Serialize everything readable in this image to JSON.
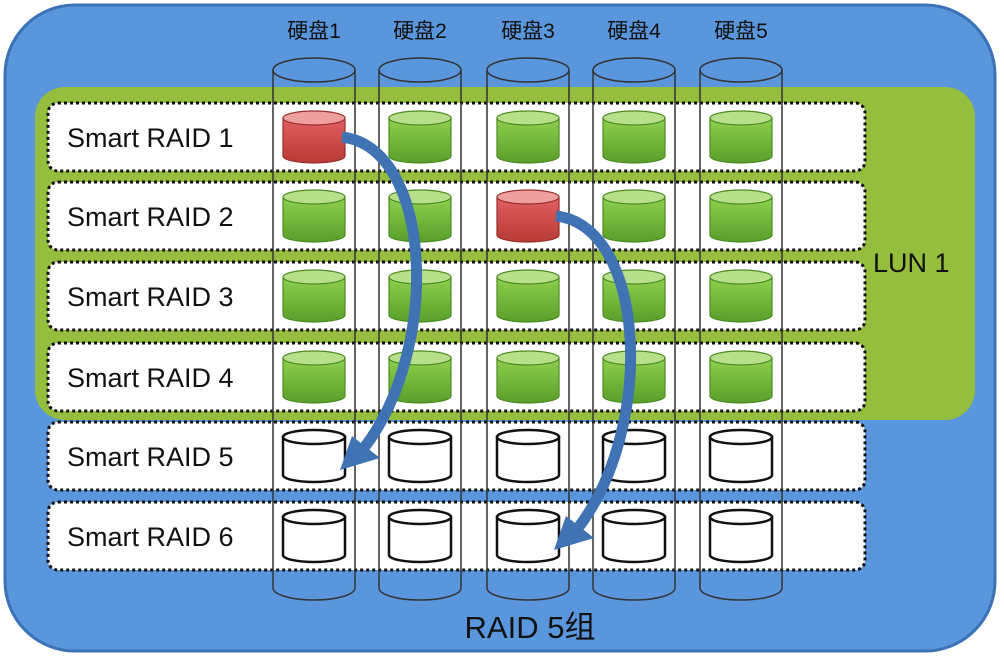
{
  "disks": [
    "硬盘1",
    "硬盘2",
    "硬盘3",
    "硬盘4",
    "硬盘5"
  ],
  "rows": [
    {
      "label": "Smart RAID 1",
      "cells": [
        "failed",
        "used",
        "used",
        "used",
        "used"
      ]
    },
    {
      "label": "Smart RAID 2",
      "cells": [
        "used",
        "used",
        "failed",
        "used",
        "used"
      ]
    },
    {
      "label": "Smart RAID 3",
      "cells": [
        "used",
        "used",
        "used",
        "used",
        "used"
      ]
    },
    {
      "label": "Smart RAID 4",
      "cells": [
        "used",
        "used",
        "used",
        "used",
        "used"
      ]
    },
    {
      "label": "Smart RAID 5",
      "cells": [
        "free",
        "free",
        "free",
        "free",
        "free"
      ]
    },
    {
      "label": "Smart RAID 6",
      "cells": [
        "free",
        "free",
        "free",
        "free",
        "free"
      ]
    }
  ],
  "lun_label": "LUN 1",
  "group_label": "RAID 5组",
  "migrations": [
    {
      "from_row": 0,
      "from_disk": 0,
      "to_row": 4,
      "to_disk": 0
    },
    {
      "from_row": 1,
      "from_disk": 2,
      "to_row": 5,
      "to_disk": 2
    }
  ],
  "colors": {
    "group_bg": "#5a96dc",
    "lun_bg": "#95be3e",
    "used": "#7cc242",
    "failed": "#d9534f",
    "arrow": "#3f73b4"
  }
}
